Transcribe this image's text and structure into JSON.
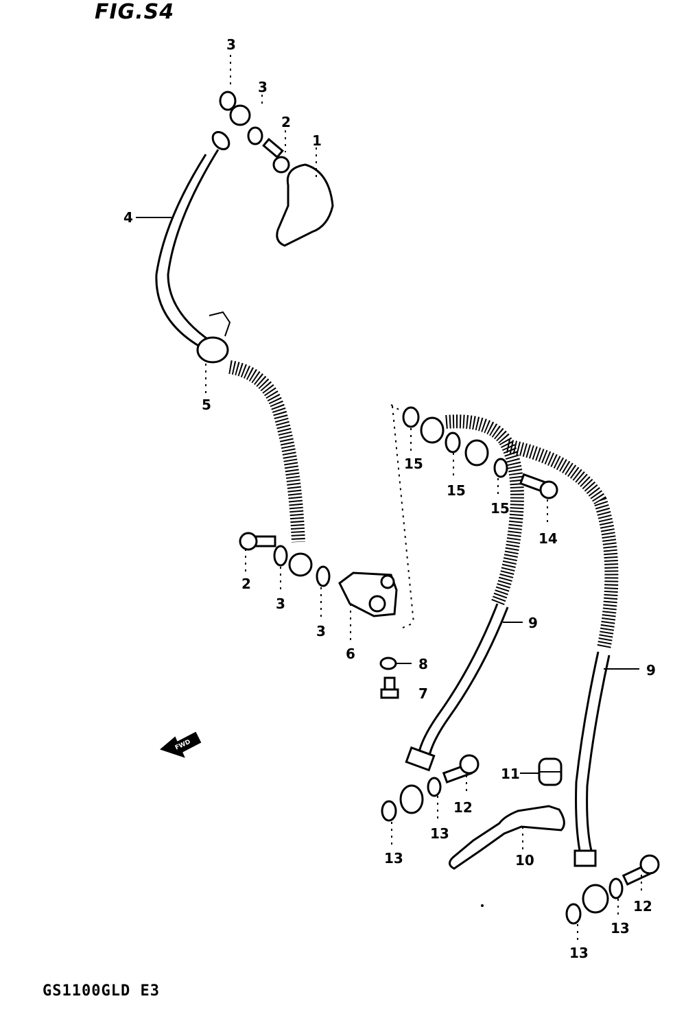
{
  "figure_title": "FIG.S4",
  "model_code": "GS1100GLD E3",
  "front_arrow_text": "FWD",
  "callouts": {
    "c1": "1",
    "c2a": "2",
    "c2b": "2",
    "c3a": "3",
    "c3b": "3",
    "c3c": "3",
    "c3d": "3",
    "c4": "4",
    "c5": "5",
    "c6": "6",
    "c7": "7",
    "c8": "8",
    "c9a": "9",
    "c9b": "9",
    "c10": "10",
    "c11": "11",
    "c12a": "12",
    "c12b": "12",
    "c13a": "13",
    "c13b": "13",
    "c13c": "13",
    "c13d": "13",
    "c14": "14",
    "c15a": "15",
    "c15b": "15",
    "c15c": "15"
  }
}
